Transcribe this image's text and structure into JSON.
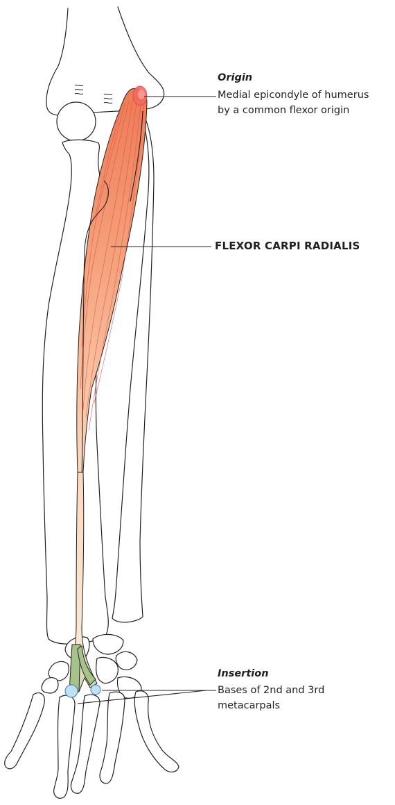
{
  "origin": {
    "heading": "Origin",
    "line1": "Medial epicondyle of humerus",
    "line2": "by a common flexor origin"
  },
  "muscle": {
    "name": "FLEXOR CARPI RADIALIS"
  },
  "insertion": {
    "heading": "Insertion",
    "line1": "Bases of 2nd and 3rd",
    "line2": "metacarpals"
  },
  "colors": {
    "muscle_top": "#ee7a55",
    "muscle_bottom": "#fcd2b4",
    "tendon": "#a6c48a",
    "origin_spot": "#f06b5f",
    "insertion_spot": "#bfe0f5",
    "outline": "#231f20"
  }
}
